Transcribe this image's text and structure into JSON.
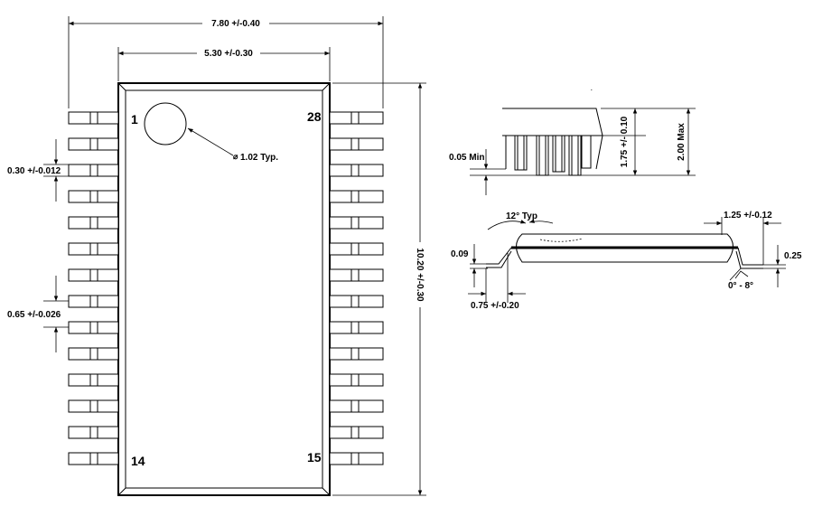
{
  "top_view": {
    "overall_width": "7.80 +/-0.40",
    "body_width": "5.30 +/-0.30",
    "body_length": "10.20 +/-0.30",
    "lead_width": "0.30 +/-0.012",
    "pitch": "0.65 +/-0.026",
    "pin1_mark": "1.02 Typ.",
    "pin_labels": {
      "first": "1",
      "last_left": "14",
      "first_right": "15",
      "last_right": "28"
    },
    "pins_per_side": 14
  },
  "side_view": {
    "standoff": "0.05 Min",
    "body_height": "1.75 +/- 0.10",
    "max_height": "2.00 Max"
  },
  "lead_detail": {
    "mold_angle": "12° Typ",
    "foot_length": "1.25 +/-0.12",
    "lead_thickness": "0.09",
    "lead_height": "0.25",
    "foot_angle": "0° - 8°",
    "lead_length": "0.75 +/-0.20"
  }
}
